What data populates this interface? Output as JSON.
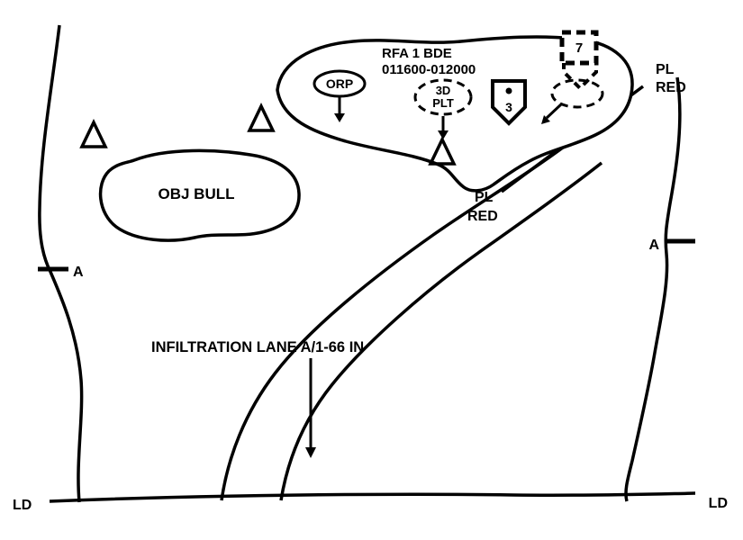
{
  "diagram": {
    "top_area": {
      "title_line1": "RFA 1 BDE",
      "title_line2": "011600-012000",
      "orp_label": "ORP",
      "plt_label_line1": "3D",
      "plt_label_line2": "PLT",
      "strongpoint_number": "3",
      "planned_unit_number": "7"
    },
    "objective": {
      "label": "OBJ BULL"
    },
    "phase_line_upper": {
      "line1": "PL",
      "line2": "RED"
    },
    "phase_line_lower": {
      "line1": "PL",
      "line2": "RED"
    },
    "boundaries": {
      "left_label": "A",
      "right_label": "A"
    },
    "line_of_departure": {
      "left_label": "LD",
      "right_label": "LD"
    },
    "infiltration_lane": {
      "label": "INFILTRATION LANE A/1-66 IN"
    }
  },
  "colors": {
    "ink": "#000000",
    "background": "#ffffff"
  }
}
